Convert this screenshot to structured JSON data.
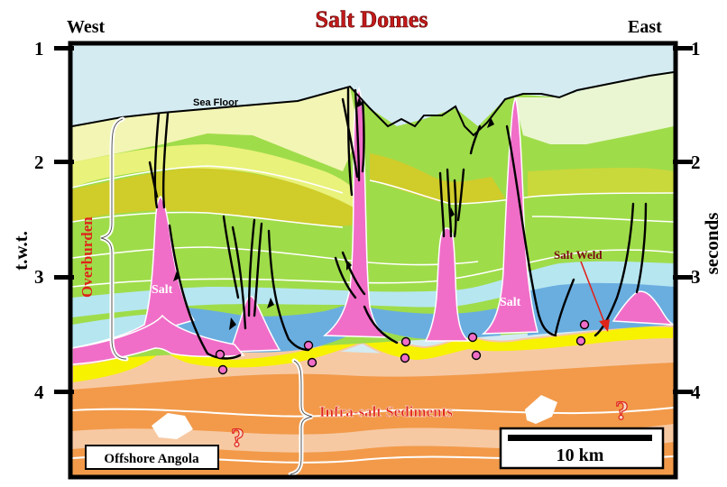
{
  "title": "Salt Domes",
  "corners": {
    "left": "West",
    "right": "East"
  },
  "y_axis": {
    "left_title": "t.w.t.",
    "right_title": "seconds",
    "ticks": [
      "1",
      "2",
      "3",
      "4"
    ]
  },
  "labels": {
    "sea_floor": "Sea Floor",
    "overburden": "Overburden",
    "salt": "Salt",
    "salt_weld": "Salt Weld",
    "infra_salt": "Infra-salt Sediments",
    "question": "?"
  },
  "location_box": "Offshore Angola",
  "scale_bar": "10 km",
  "colors": {
    "title_red": "#c41a1a",
    "salt_pink": "#f06ec8",
    "basal_yellow": "#f7f200",
    "infra_orange": "#f29a4a",
    "infra_peach": "#f7c9a3",
    "water_blue": "#d4ebf2",
    "overburden_blue": "#6aaee0",
    "overburden_green": "#9fdc4a",
    "overburden_olive": "#d0cc2a",
    "frame_black": "#000000"
  }
}
